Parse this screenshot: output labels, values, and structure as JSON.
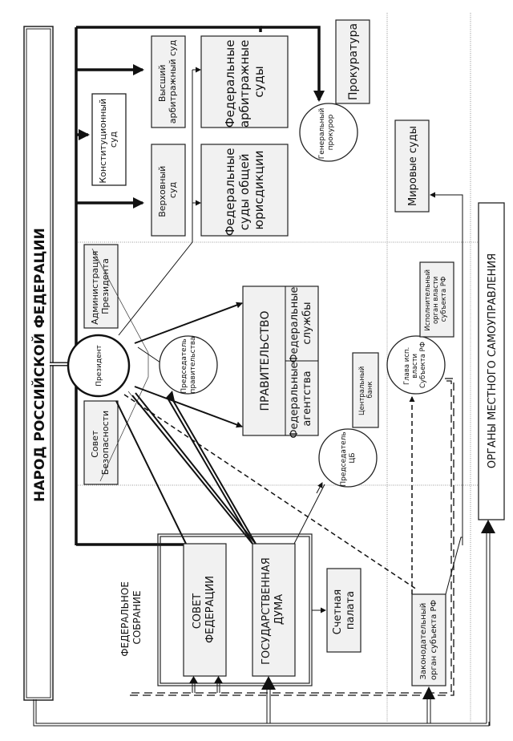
{
  "title": "НАРОД РОССИЙСКОЙ ФЕДЕРАЦИИ",
  "local_government": "ОРГАНЫ МЕСТНОГО САМОУПРАВЛЕНИЯ",
  "judiciary": {
    "constitutional_court": [
      "Конституционный",
      "суд"
    ],
    "supreme_court": [
      "Верховный",
      "суд"
    ],
    "supreme_arbitration_court": [
      "Высший",
      "арбитражный суд"
    ],
    "federal_general_courts": [
      "Федеральные",
      "суды общей",
      "юрисдикции"
    ],
    "federal_arbitration_courts": [
      "Федеральные",
      "арбитражные",
      "суды"
    ],
    "prosecutor_general": [
      "Генеральный",
      "прокурор"
    ],
    "prosecution": "Прокуратура",
    "magistrate_courts": "Мировые суды"
  },
  "executive": {
    "president": "Президент",
    "administration": [
      "Администрация",
      "Президента"
    ],
    "security_council": [
      "Совет",
      "Безопасности"
    ],
    "prime_minister": [
      "Председатель",
      "правительства"
    ],
    "government": "ПРАВИТЕЛЬСТВО",
    "federal_agencies": [
      "Федеральные",
      "агентства"
    ],
    "federal_services": [
      "Федеральные",
      "службы"
    ],
    "cb_chairman": [
      "Председатель",
      "ЦБ"
    ],
    "central_bank": [
      "Центральный",
      "банк"
    ]
  },
  "regional": {
    "head_exec": [
      "Глава исп.",
      "власти",
      "Субъекта РФ"
    ],
    "exec_body": [
      "Исполнительный",
      "орган власти",
      "субъекта РФ"
    ],
    "legislative_body": [
      "Законодательный",
      "орган субъекта РФ"
    ]
  },
  "legislature": {
    "federal_assembly": [
      "ФЕДЕРАЛЬНОЕ",
      "СОБРАНИЕ"
    ],
    "federation_council": [
      "СОВЕТ",
      "ФЕДЕРАЦИИ"
    ],
    "state_duma": [
      "ГОСУДАРСТВЕННАЯ",
      "ДУМА"
    ],
    "accounts_chamber": [
      "Счетная",
      "палата"
    ]
  }
}
